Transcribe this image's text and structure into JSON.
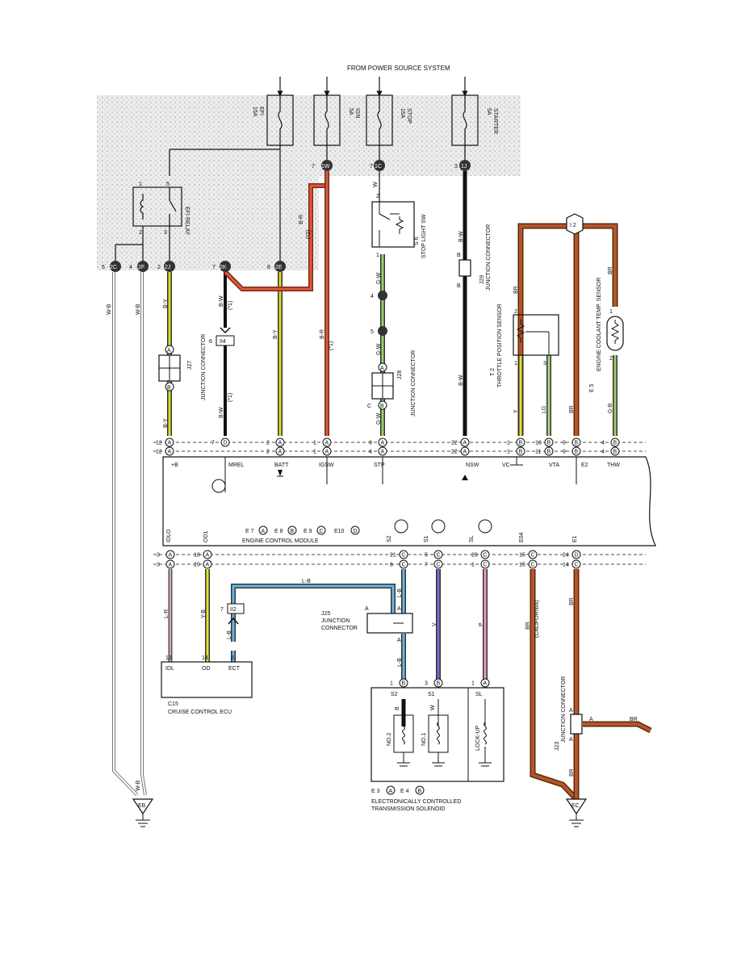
{
  "header": {
    "power_source": "FROM POWER SOURCE SYSTEM"
  },
  "fuses": [
    {
      "rating": "15A",
      "name": "EFI"
    },
    {
      "rating": "5A",
      "name": "IGN"
    },
    {
      "rating": "15A",
      "name": "STOP"
    },
    {
      "rating": "5A",
      "name": "STARTER"
    }
  ],
  "terminals": {
    "t1W": "1W",
    "t1C": "1C",
    "t1J": "1J",
    "t2C": "2C",
    "t2F": "2F",
    "t2J": "2J",
    "t2K": "2K",
    "t2E": "2E",
    "pin7a": "7",
    "pin7b": "7",
    "pin3": "3",
    "pin5": "5",
    "pin4": "4",
    "pin2": "2",
    "pin8": "8",
    "pin1": "1",
    "pin2b": "2",
    "pin5b": "5",
    "pin6": "6",
    "pin7c": "7",
    "pin3b": "3",
    "pin2c": "2"
  },
  "relay": {
    "name": "EFI RELAY",
    "p1": "1",
    "p5": "5",
    "p2": "2",
    "p3": "3"
  },
  "stop_sw": {
    "code": "S 6",
    "name": "STOP LIGHT SW",
    "p2": "2",
    "p1": "1"
  },
  "j29": {
    "code": "J29",
    "name": "JUNCTION CONNECTOR",
    "b1": "B",
    "b2": "B"
  },
  "j27": {
    "code": "J27",
    "name": "JUNCTION CONNECTOR",
    "a": "A",
    "b": "B",
    "a2": "A",
    "c": "C",
    "b2": "B"
  },
  "j28": {
    "code": "J28"
  },
  "ii4": {
    "label": "II4",
    "pin": "6"
  },
  "ii2": {
    "label": "II2",
    "pin": "7"
  },
  "i2": {
    "label": "I 2"
  },
  "t2": {
    "code": "T 2",
    "name": "THROTTLE POSITION SENSOR",
    "p2": "2",
    "p1": "1",
    "p3": "3"
  },
  "e5": {
    "code": "E 5",
    "name": "ENGINE COOLANT TEMP. SENSOR",
    "p1": "1",
    "p2": "2"
  },
  "wires": {
    "WB": "W-B",
    "BY": "B-Y",
    "BW": "B-W",
    "BR": "B-R",
    "GW": "G-W",
    "W": "W",
    "BR2": "BR",
    "Y": "Y",
    "LG": "LG",
    "GB": "G-B",
    "LR": "L-R",
    "YB": "Y-B",
    "LB": "L-B",
    "V": "V",
    "P": "P",
    "B": "B",
    "n1": "(*1)",
    "n2": "(*2)",
    "cal": "(CALIFORNIA)"
  },
  "ecm": {
    "title": "ENGINE CONTROL MODULE",
    "codes": [
      "E 7",
      "E 8",
      "E 9",
      "E10"
    ],
    "code_letters": [
      "A",
      "B",
      "C",
      "D"
    ],
    "top_row1": [
      {
        "num": "12",
        "letter": "A"
      },
      {
        "num": "7",
        "letter": "D"
      },
      {
        "num": "2",
        "letter": "A"
      },
      {
        "num": "1",
        "letter": "A"
      },
      {
        "num": "9",
        "letter": "A"
      },
      {
        "num": "22",
        "letter": "A"
      },
      {
        "num": "1",
        "letter": "B"
      },
      {
        "num": "10",
        "letter": "B"
      },
      {
        "num": "9",
        "letter": "B"
      },
      {
        "num": "4",
        "letter": "B"
      }
    ],
    "top_row2": [
      {
        "num": "12",
        "letter": "A"
      },
      {
        "num": "2",
        "letter": "A"
      },
      {
        "num": "1",
        "letter": "A"
      },
      {
        "num": "4",
        "letter": "A"
      },
      {
        "num": "22",
        "letter": "A"
      },
      {
        "num": "1",
        "letter": "B"
      },
      {
        "num": "11",
        "letter": "B"
      },
      {
        "num": "9",
        "letter": "B"
      },
      {
        "num": "4",
        "letter": "B"
      }
    ],
    "top_labels": [
      "+B",
      "MREL",
      "BATT",
      "IGSW",
      "STP",
      "NSW",
      "VC",
      "VTA",
      "E2",
      "THW"
    ],
    "bot_row1": [
      {
        "num": "3",
        "letter": "A"
      },
      {
        "num": "18",
        "letter": "A"
      },
      {
        "num": "21",
        "letter": "C"
      },
      {
        "num": "5",
        "letter": "C"
      },
      {
        "num": "20",
        "letter": "C"
      },
      {
        "num": "15",
        "letter": "C"
      },
      {
        "num": "24",
        "letter": "D"
      }
    ],
    "bot_row2": [
      {
        "num": "3",
        "letter": "A"
      },
      {
        "num": "20",
        "letter": "A"
      },
      {
        "num": "6",
        "letter": "C"
      },
      {
        "num": "7",
        "letter": "C"
      },
      {
        "num": "1",
        "letter": "C"
      },
      {
        "num": "15",
        "letter": "C"
      },
      {
        "num": "14",
        "letter": "C"
      }
    ],
    "bot_labels": [
      "IDLO",
      "OD1",
      "S2",
      "S1",
      "SL",
      "E04",
      "E1"
    ]
  },
  "j25": {
    "code": "J25",
    "name1": "JUNCTION",
    "name2": "CONNECTOR",
    "a1": "A",
    "a2": "A",
    "a3": "A"
  },
  "cruise": {
    "code": "C15",
    "name": "CRUISE CONTROL ECU",
    "pins": [
      "13",
      "14",
      "6"
    ],
    "labels": [
      "IDL",
      "OD",
      "ECT"
    ]
  },
  "solenoid": {
    "codes": [
      "E 3",
      "E 4"
    ],
    "code_letters": [
      "A",
      "B"
    ],
    "name1": "ELECTRONICALLY CONTROLLED",
    "name2": "TRANSMISSION SOLENOID",
    "pin_nums": [
      "1",
      "3",
      "1"
    ],
    "pin_letters": [
      "B",
      "B",
      "A"
    ],
    "terms": [
      "S2",
      "S1",
      "SL"
    ],
    "coils": [
      "NO.2",
      "NO.1",
      "LOCK-UP"
    ]
  },
  "j23": {
    "code": "J23",
    "name": "JUNCTION CONNECTOR",
    "a1": "A",
    "a2": "A",
    "a3": "A"
  },
  "grounds": {
    "eb": "EB",
    "ec": "EC"
  }
}
